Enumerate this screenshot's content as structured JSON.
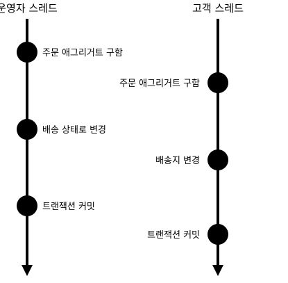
{
  "threads": [
    {
      "title": "운영자 스레드",
      "events": [
        "주문 애그리거트 구함",
        "배송 상태로 변경",
        "트랜잭션 커밋"
      ]
    },
    {
      "title": "고객 스레드",
      "events": [
        "주문 애그리거트 구함",
        "배송지 변경",
        "트랜잭션 커밋"
      ]
    }
  ],
  "colors": {
    "line": "#000000",
    "marker": "#000000",
    "text": "#000000"
  }
}
